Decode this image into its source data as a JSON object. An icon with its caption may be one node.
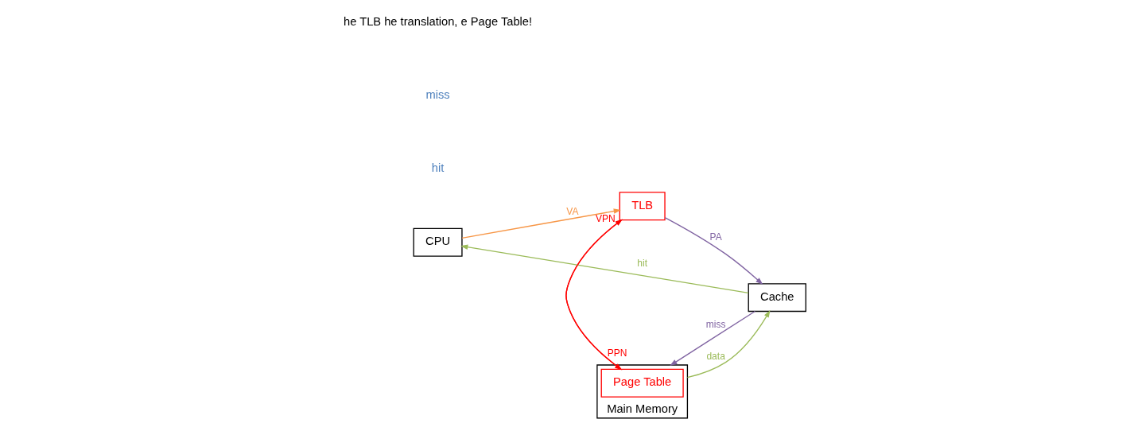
{
  "diagram": {
    "nodes": [
      {
        "text": [
          "CPU"
        ]
      },
      {
        "text": [
          "TLB"
        ]
      },
      {
        "text": [
          "Cache"
        ]
      },
      {
        "text": [
          "Main Memory"
        ]
      },
      {
        "text": [
          "Page Table"
        ],
        "in": 3
      }
    ],
    "edges": [
      {
        "from": 0,
        "to": 1,
        "arrow": "to",
        "label": "VA",
        "color": "#f79646"
      },
      {
        "from": 1,
        "to": 2,
        "arrow": "to",
        "label": "PA",
        "color": "#8064a2"
      },
      {
        "from": 2,
        "to": 3,
        "arrow": "to",
        "label": "miss",
        "color": "#8064a2"
      },
      {
        "from": 3,
        "to": 2,
        "arrow": "to",
        "label": "data",
        "color": "#9bbb59"
      },
      {
        "from": 2,
        "to": 0,
        "arrow": "to",
        "label": "hit",
        "color": "#9bbb59"
      },
      {
        "from": 4,
        "to": 1,
        "arrow": "to",
        "label": "PPN",
        "color": "#ff0000"
      },
      {
        "from": 1,
        "to": 4,
        "arrow": "to",
        "label": "VPN",
        "color": "#ff0000"
      }
    ],
    "labels": [
      "hit",
      "miss",
      "he TLB he translation, e Page Table!"
    ]
  }
}
